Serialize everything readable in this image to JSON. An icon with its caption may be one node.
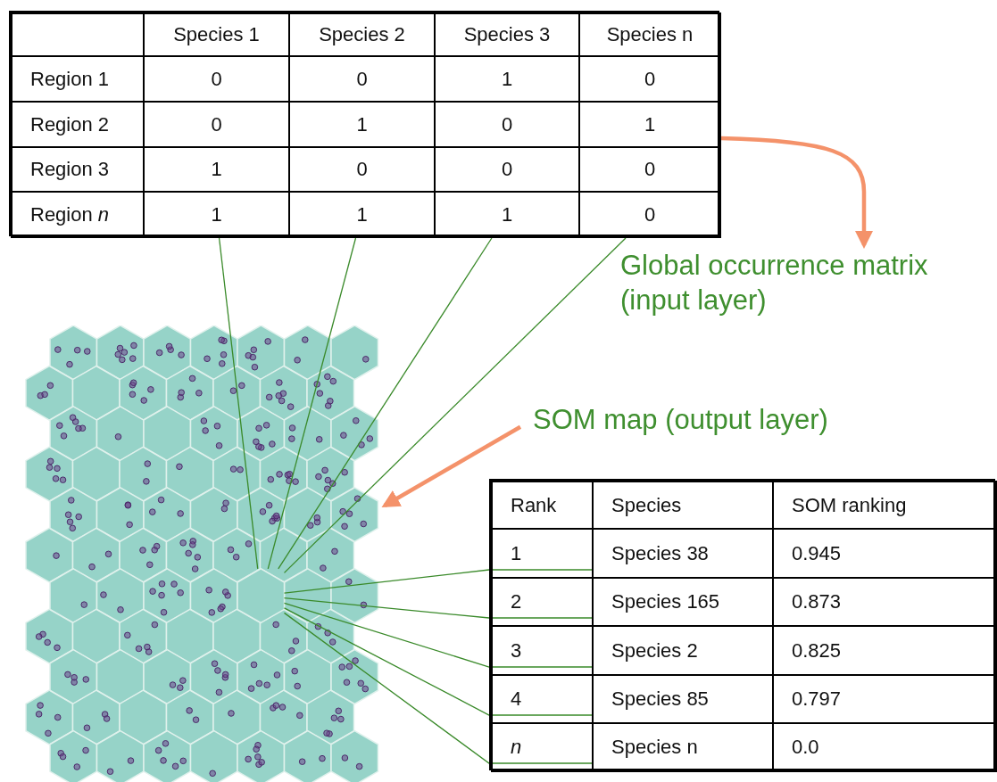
{
  "diagram": {
    "nodes": [
      {
        "text": [],
        "shape": "box"
      },
      {
        "text": [],
        "shape": "box",
        "in": 0
      },
      {
        "text": [
          "Species 1"
        ],
        "in": 0
      },
      {
        "text": [
          "Species 2"
        ],
        "in": 0
      },
      {
        "text": [
          "Species 3"
        ],
        "in": 0
      },
      {
        "text": [
          "Species n"
        ],
        "in": 0
      },
      {
        "text": [
          "Region 1"
        ],
        "in": 0
      },
      {
        "text": [
          "0"
        ],
        "in": 0
      },
      {
        "text": [
          "0"
        ],
        "in": 0
      },
      {
        "text": [
          "1"
        ],
        "in": 0
      },
      {
        "text": [
          "0"
        ],
        "in": 0
      },
      {
        "text": [
          "Region 2"
        ],
        "in": 0
      },
      {
        "text": [
          "0"
        ],
        "in": 0
      },
      {
        "text": [
          "1"
        ],
        "in": 0
      },
      {
        "text": [
          "0"
        ],
        "in": 0
      },
      {
        "text": [
          "1"
        ],
        "in": 0
      },
      {
        "text": [
          "Region 3"
        ],
        "in": 0
      },
      {
        "text": [
          "1"
        ],
        "in": 0
      },
      {
        "text": [
          "0"
        ],
        "in": 0
      },
      {
        "text": [
          "0"
        ],
        "in": 0
      },
      {
        "text": [
          "0"
        ],
        "in": 0
      },
      {
        "text": [
          "Region *n*"
        ],
        "in": 0
      },
      {
        "text": [
          "1"
        ],
        "in": 0
      },
      {
        "text": [
          "1"
        ],
        "in": 0
      },
      {
        "text": [
          "1"
        ],
        "in": 0
      },
      {
        "text": [
          "0"
        ],
        "in": 0
      },
      {
        "text": [
          "Global occurrence matrix (input layer)"
        ]
      },
      {
        "text": [],
        "shape": "picture"
      },
      {
        "text": [],
        "shape": "hexagon",
        "in": 27
      },
      {
        "text": [
          "SOM map (output layer)"
        ]
      },
      {
        "text": [],
        "shape": "box"
      },
      {
        "text": [
          "Rank"
        ],
        "in": 30
      },
      {
        "text": [
          "Species"
        ],
        "in": 30
      },
      {
        "text": [
          "SOM ranking"
        ],
        "in": 30
      },
      {
        "text": [
          "1"
        ],
        "in": 30
      },
      {
        "text": [
          "Species 38"
        ],
        "in": 30
      },
      {
        "text": [
          "0.945"
        ],
        "in": 30
      },
      {
        "text": [
          "2"
        ],
        "in": 30
      },
      {
        "text": [
          "Species 165"
        ],
        "in": 30
      },
      {
        "text": [
          "0.873"
        ],
        "in": 30
      },
      {
        "text": [
          "3"
        ],
        "in": 30
      },
      {
        "text": [
          "Species 2"
        ],
        "in": 30
      },
      {
        "text": [
          "0.825"
        ],
        "in": 30
      },
      {
        "text": [
          "4"
        ],
        "in": 30
      },
      {
        "text": [
          "Species 85"
        ],
        "in": 30
      },
      {
        "text": [
          "0.797"
        ],
        "in": 30
      },
      {
        "text": [
          "n"
        ],
        "in": 30
      },
      {
        "text": [
          "Species n"
        ],
        "in": 30
      },
      {
        "text": [
          "0.0"
        ],
        "in": 30
      }
    ],
    "edges": [
      {
        "from": 0,
        "to": 26,
        "arrow": "to",
        "style": "thick",
        "color": "#f4926a"
      },
      {
        "from": 29,
        "to": 27,
        "arrow": "to",
        "style": "thick",
        "color": "#f4926a"
      },
      {
        "from": 22,
        "to": 28,
        "arrow": "none"
      },
      {
        "from": 23,
        "to": 28,
        "arrow": "none"
      },
      {
        "from": 24,
        "to": 28,
        "arrow": "none"
      },
      {
        "from": 25,
        "to": 28,
        "arrow": "none"
      },
      {
        "from": 28,
        "to": 35,
        "arrow": "none"
      },
      {
        "from": 28,
        "to": 38,
        "arrow": "none"
      },
      {
        "from": 28,
        "to": 41,
        "arrow": "none"
      },
      {
        "from": 28,
        "to": 44,
        "arrow": "none"
      },
      {
        "from": 28,
        "to": 47,
        "arrow": "none"
      }
    ]
  }
}
